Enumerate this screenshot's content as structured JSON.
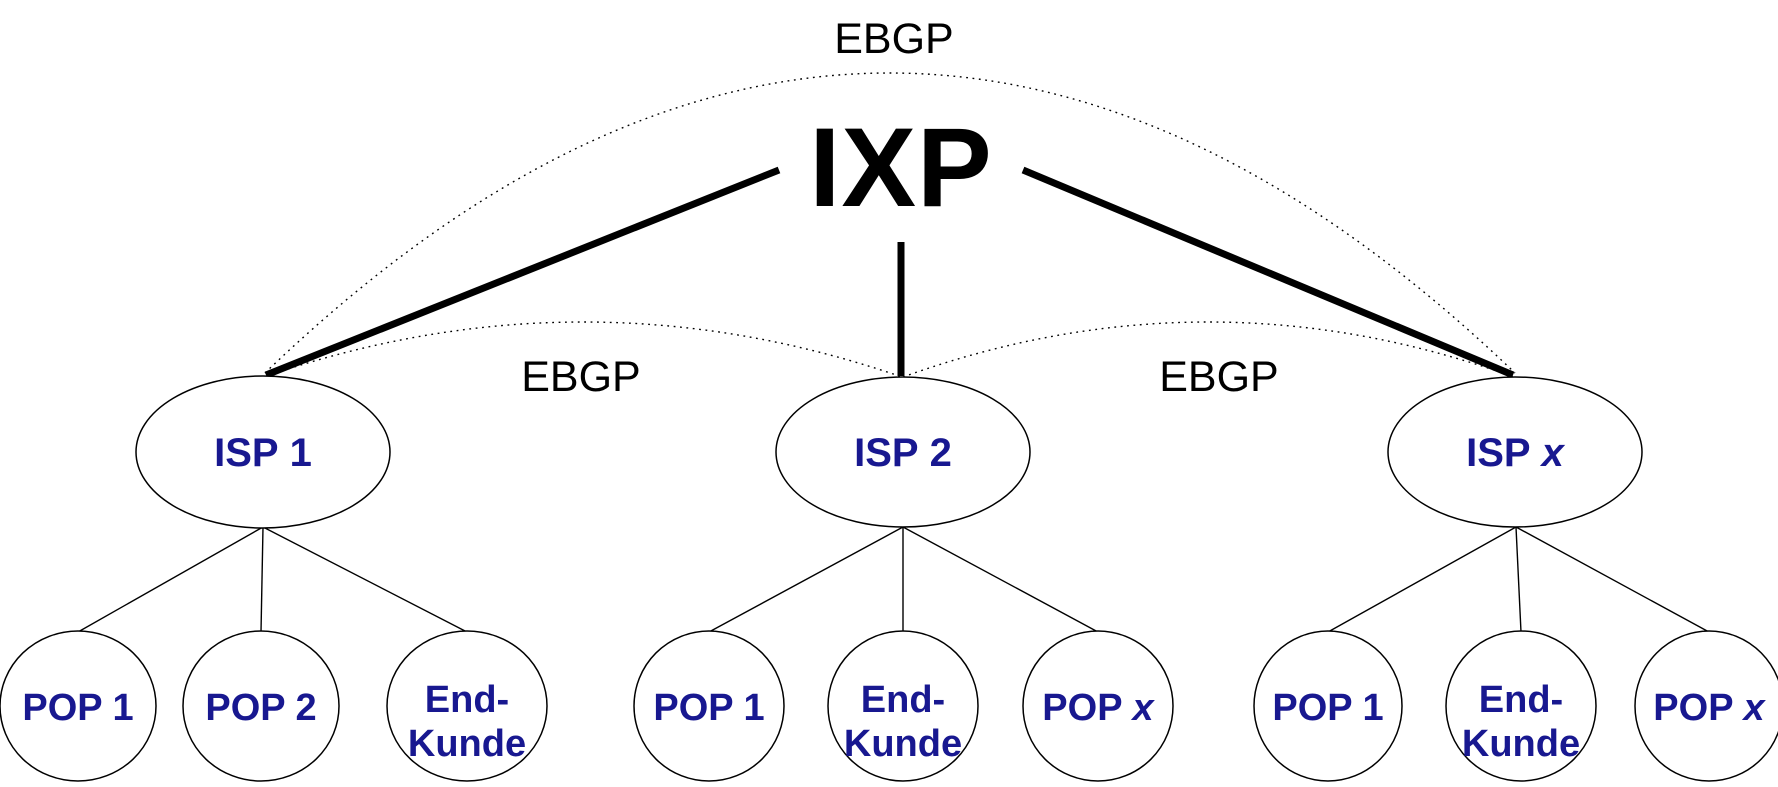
{
  "colors": {
    "node_label": "#181890",
    "line": "#000000",
    "background": "#ffffff"
  },
  "ixp": {
    "label": "IXP"
  },
  "ebgp": {
    "top": "EBGP",
    "left": "EBGP",
    "right": "EBGP"
  },
  "isps": [
    {
      "name": "ISP",
      "index": "1"
    },
    {
      "name": "ISP",
      "index": "2"
    },
    {
      "name": "ISP",
      "index": "x"
    }
  ],
  "leaves": [
    [
      {
        "label": "POP 1"
      },
      {
        "label": "POP 2"
      },
      {
        "label_line1": "End-",
        "label_line2": "Kunde"
      }
    ],
    [
      {
        "label": "POP 1"
      },
      {
        "label_line1": "End-",
        "label_line2": "Kunde"
      },
      {
        "label_prefix": "POP",
        "label_suffix": "x"
      }
    ],
    [
      {
        "label": "POP 1"
      },
      {
        "label_line1": "End-",
        "label_line2": "Kunde"
      },
      {
        "label_prefix": "POP",
        "label_suffix": "x"
      }
    ]
  ]
}
